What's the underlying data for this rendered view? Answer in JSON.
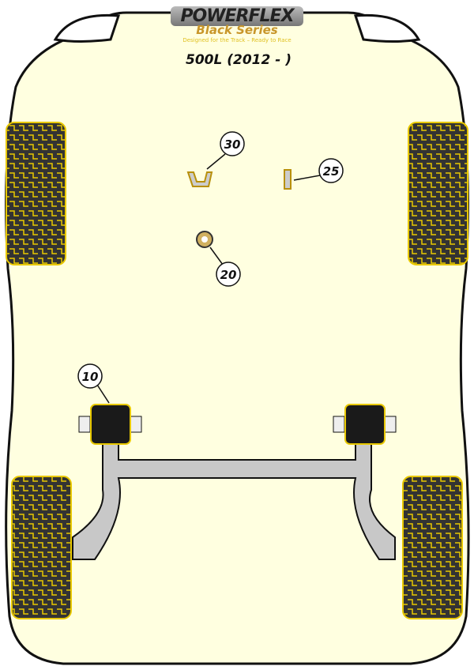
{
  "logo": {
    "brand": "POWERFLEX",
    "series": "Black Series",
    "tagline": "Designed for the Track – Ready to Race"
  },
  "title": "500L (2012 - )",
  "callouts": [
    "30",
    "25",
    "20",
    "10"
  ],
  "colors": {
    "body": "#ffffe0",
    "tyre": "#e8c800",
    "bar": "#c0c0c0",
    "bush": "#1a1a1a"
  }
}
